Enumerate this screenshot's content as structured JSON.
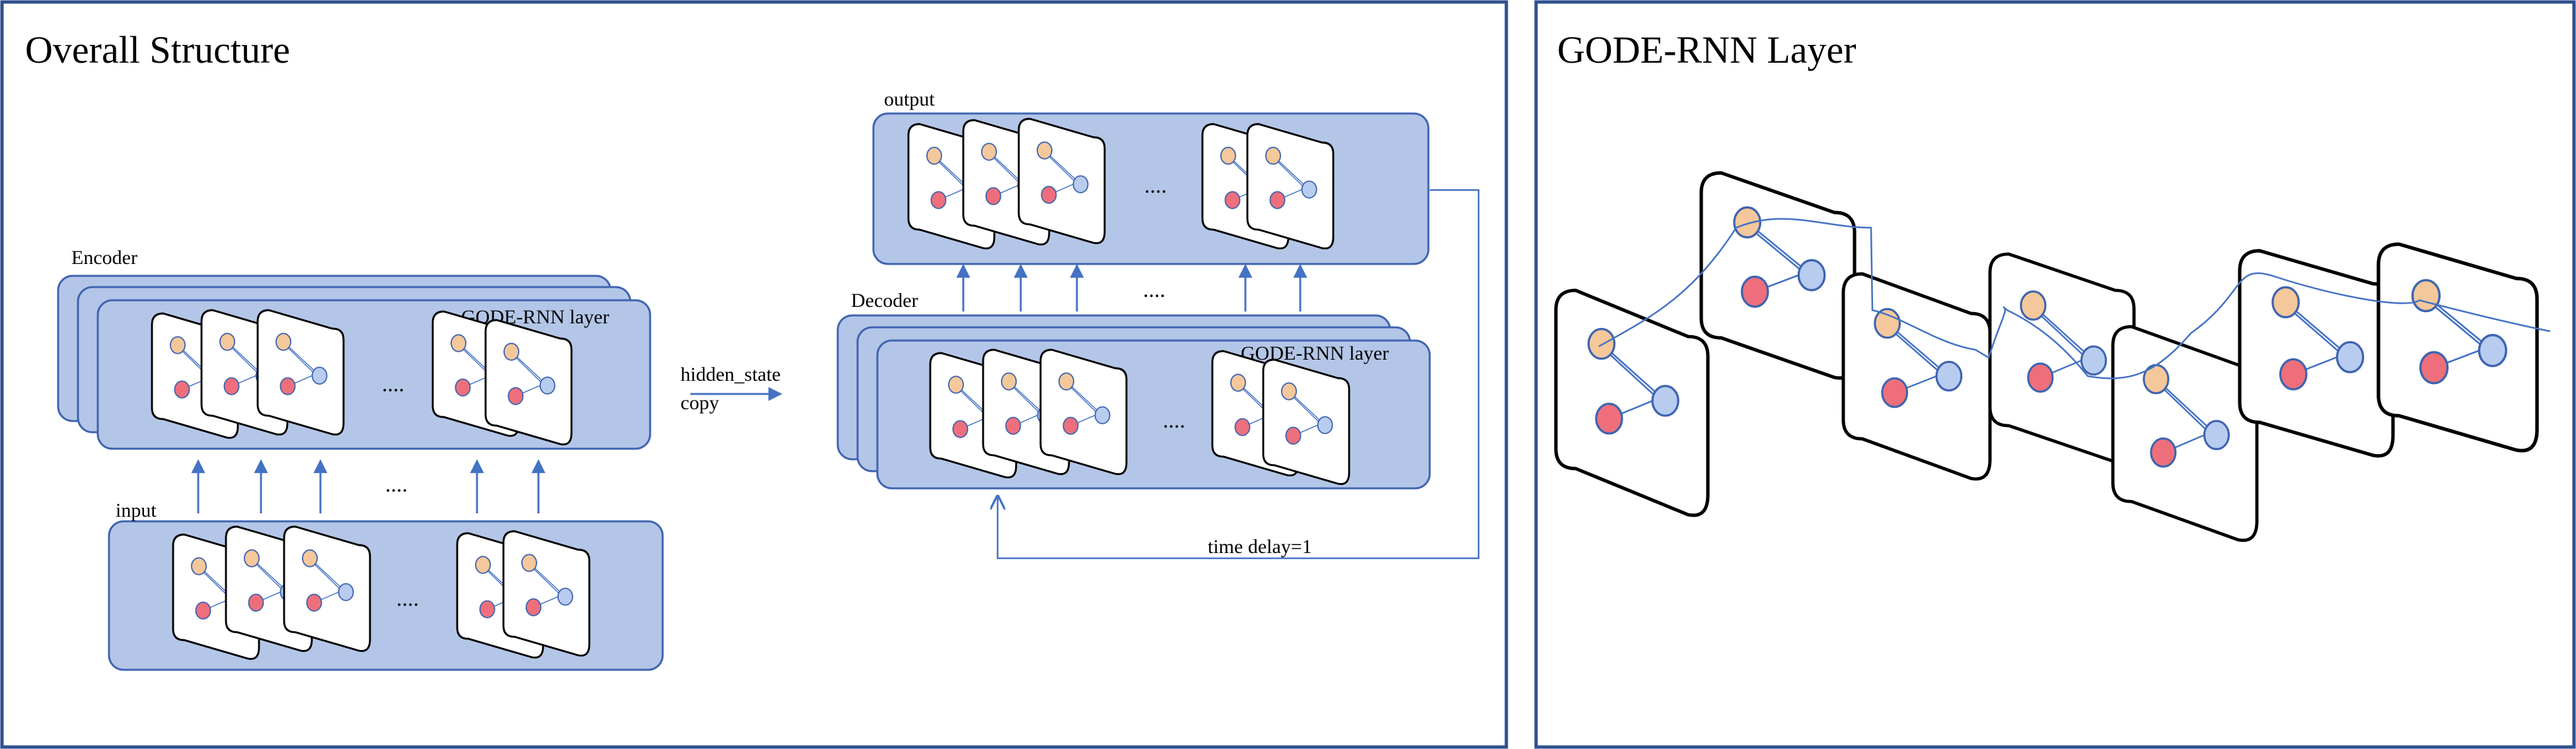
{
  "colors": {
    "panel_border": "#2F4F8F",
    "layer_fill": "#B4C6E7",
    "layer_stroke": "#3F64B0",
    "arrow": "#4472C4",
    "node_orange": "#F4C89A",
    "node_red": "#EE6F7B",
    "node_blue": "#B8CCF0",
    "card_fill": "#FFFFFF",
    "card_stroke": "#000000"
  },
  "left_panel": {
    "title": "Overall Structure",
    "encoder_label": "Encoder",
    "encoder_layer_label": "GODE-RNN layer",
    "input_label": "input",
    "hidden_state_label": "hidden_state",
    "copy_label": "copy",
    "decoder_label": "Decoder",
    "decoder_layer_label": "GODE-RNN layer",
    "output_label": "output",
    "time_delay_label": "time delay=1",
    "ellipsis": "...."
  },
  "right_panel": {
    "title": "GODE-RNN Layer",
    "card_count": 7
  }
}
